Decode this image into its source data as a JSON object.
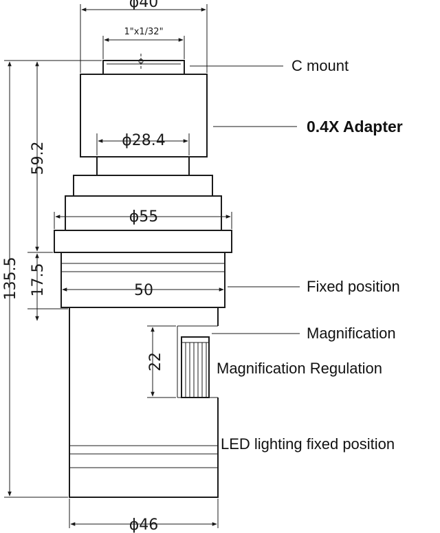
{
  "dimensions": {
    "top_diameter": "ϕ40",
    "thread": "1\"x1/32\"",
    "adapter_diameter": "ϕ28.4",
    "collar_diameter": "ϕ55",
    "width_50": "50",
    "bottom_diameter": "ϕ46",
    "total_height": "135.5",
    "height_59": "59.2",
    "height_17": "17.5",
    "height_22": "22"
  },
  "labels": {
    "c_mount": "C mount",
    "adapter": "0.4X Adapter",
    "fixed_position": "Fixed position",
    "magnification": "Magnification",
    "magnification_regulation": "Magnification Regulation",
    "led_fixed_position": "LED lighting fixed position"
  }
}
